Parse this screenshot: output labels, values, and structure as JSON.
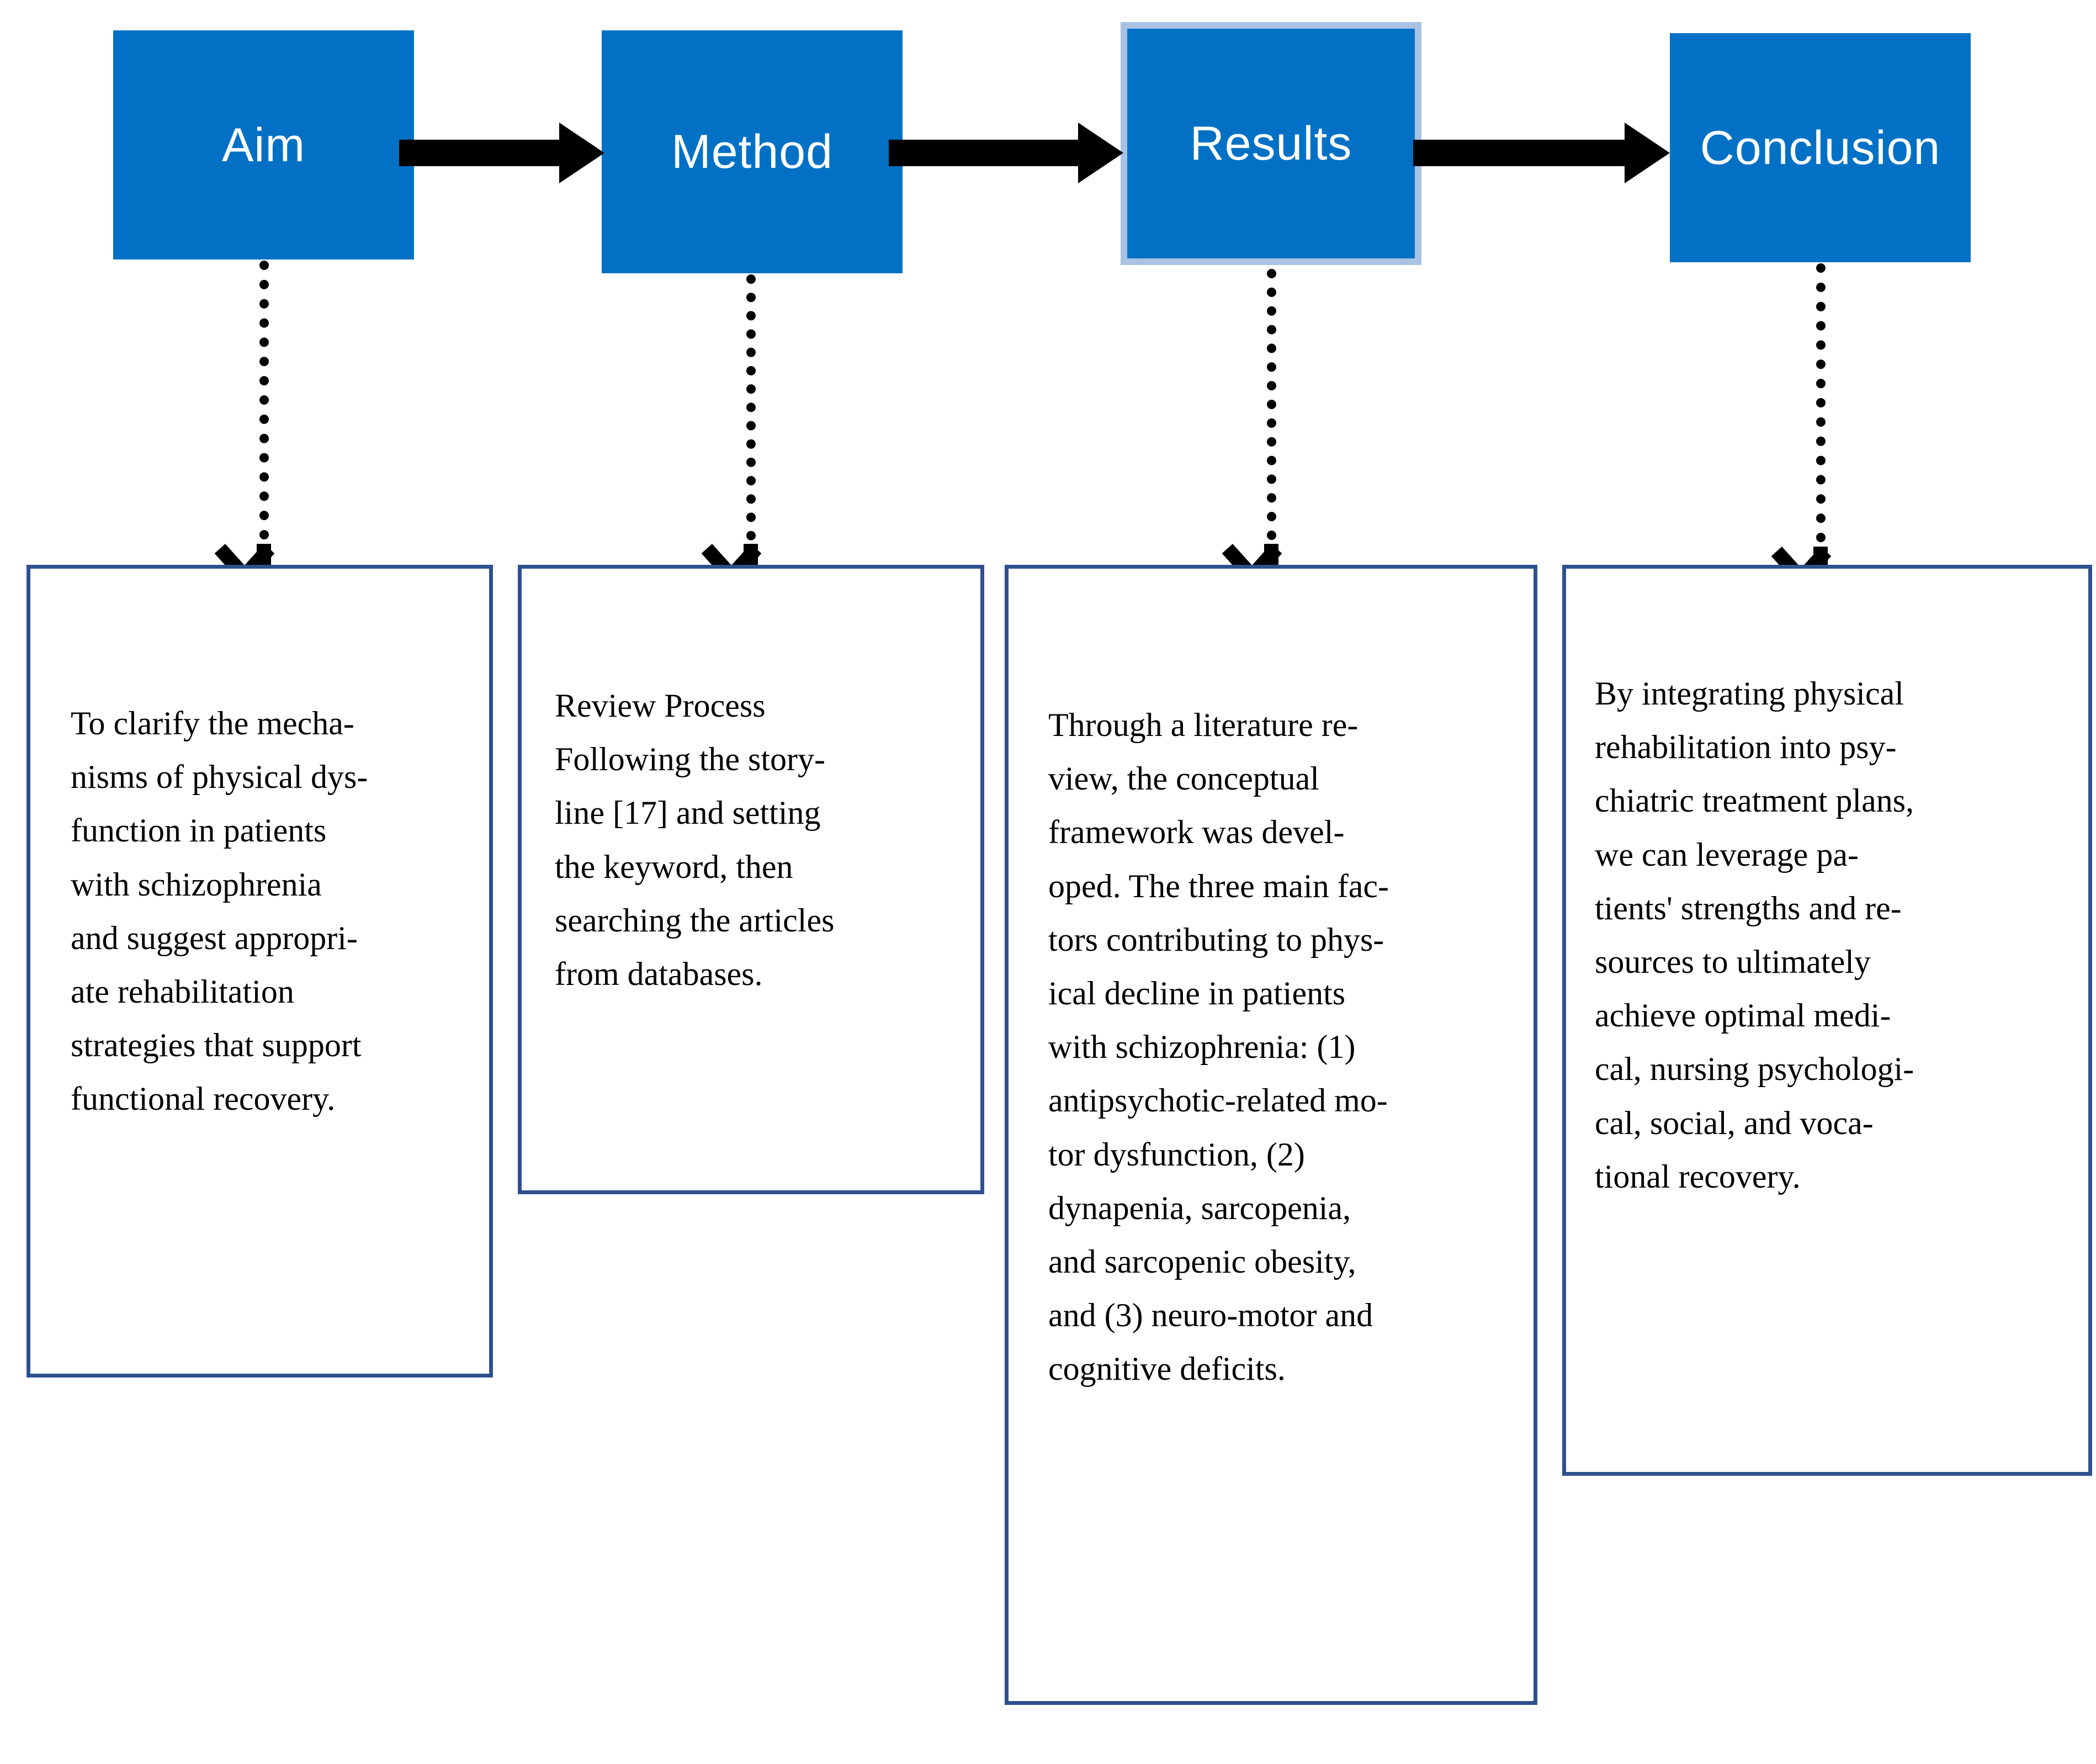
{
  "colors": {
    "stage_fill": "#0271c5",
    "stage_label": "#ffffff",
    "stage_halo": "#a9c2e4",
    "textbox_border": "#2e5090",
    "connector": "#000000",
    "page_background": "#ffffff"
  },
  "flow": {
    "stages": [
      {
        "id": "aim",
        "label": "Aim"
      },
      {
        "id": "method",
        "label": "Method"
      },
      {
        "id": "results",
        "label": "Results"
      },
      {
        "id": "conclusion",
        "label": "Conclusion"
      }
    ],
    "arrows": [
      {
        "from": "aim",
        "to": "method"
      },
      {
        "from": "method",
        "to": "results"
      },
      {
        "from": "results",
        "to": "conclusion"
      }
    ]
  },
  "panels": [
    {
      "id": "aim-panel",
      "stage": "Aim",
      "text": "To clarify the mecha-\nnisms of physical dys-\nfunction in patients\nwith schizophrenia\nand suggest appropri-\nate rehabilitation\nstrategies that support\nfunctional recovery."
    },
    {
      "id": "method-panel",
      "stage": "Method",
      "text": "Review Process\nFollowing the story-\nline [17] and setting\nthe keyword, then\nsearching the articles\nfrom databases."
    },
    {
      "id": "results-panel",
      "stage": "Results",
      "text": "Through a literature re-\nview, the conceptual\nframework was devel-\noped. The three main fac-\ntors contributing to phys-\nical decline in patients\nwith schizophrenia: (1)\nantipsychotic-related mo-\ntor dysfunction, (2)\ndynapenia, sarcopenia,\nand sarcopenic obesity,\nand (3) neuro-motor and\ncognitive deficits."
    },
    {
      "id": "conclusion-panel",
      "stage": "Conclusion",
      "text": "By integrating physical\nrehabilitation into psy-\nchiatric treatment plans,\nwe can leverage pa-\ntients' strengths and re-\nsources to ultimately\nachieve optimal medi-\ncal, nursing psychologi-\ncal, social, and voca-\ntional recovery."
    }
  ]
}
